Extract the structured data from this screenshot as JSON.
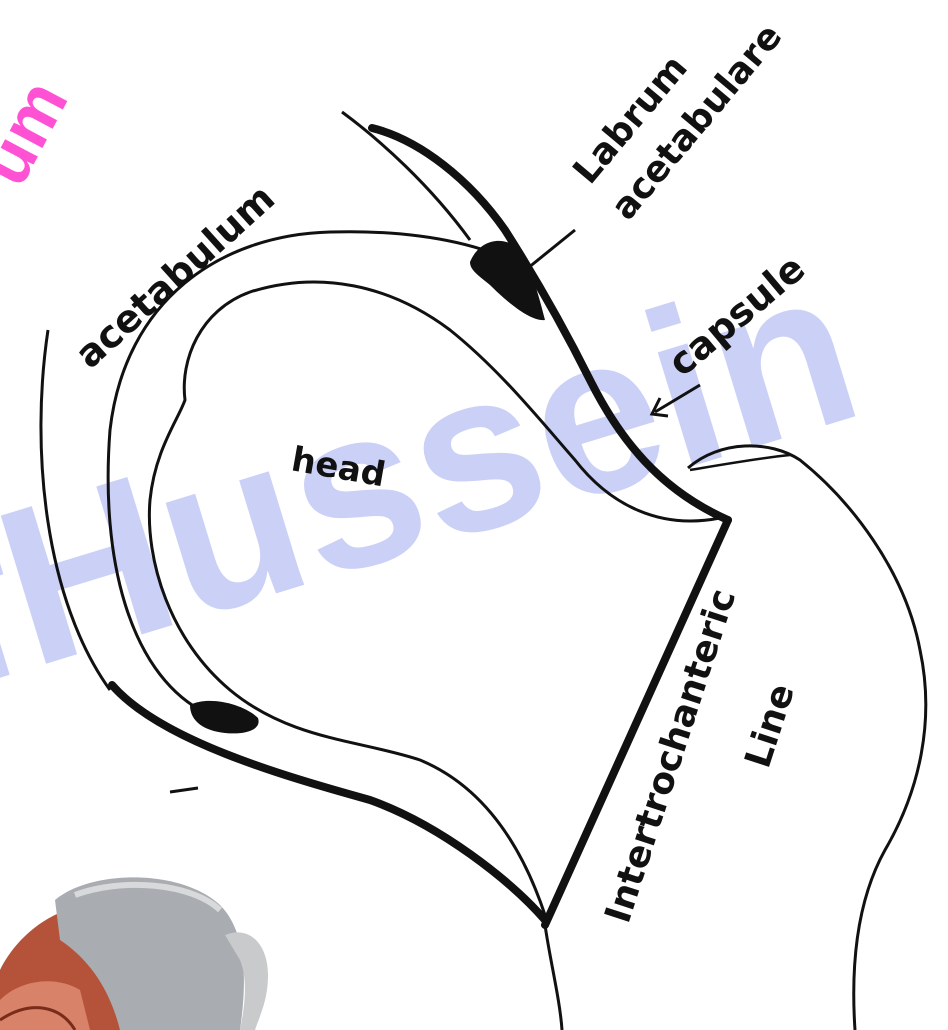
{
  "diagram": {
    "labels": {
      "acetabulum": "acetabulum",
      "labrum_line1": "Labrum",
      "labrum_line2": "acetabulare",
      "capsule": "capsule",
      "head": "head",
      "intertrochanteric_line1": "Intertrochanteric",
      "intertrochanteric_line2": "Line"
    },
    "watermark": {
      "main_text": "fHussein",
      "corner_text": "um",
      "main_color": "#8c96ee",
      "corner_color": "#ff33cc"
    },
    "colors": {
      "ink": "#111111",
      "paper": "#ffffff",
      "bone_gray": "#a9acb0",
      "muscle_red": "#b5533a"
    }
  }
}
